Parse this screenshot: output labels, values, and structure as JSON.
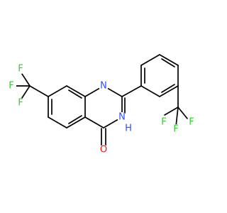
{
  "colors": {
    "background": "#ffffff",
    "bond": "#000000",
    "fluorine": "#33cc33",
    "nitrogen": "#3050f8",
    "oxygen": "#ff0d0d"
  },
  "labels": {
    "f_left_top": "F",
    "f_left_mid": "F",
    "f_left_bottom": "F",
    "n_ring_top": "N",
    "n_ring_nh": "N",
    "h_ring_nh": "H",
    "o_carbonyl": "O",
    "f_right_top": "F",
    "f_right_mid": "F",
    "f_right_bottom": "F"
  }
}
